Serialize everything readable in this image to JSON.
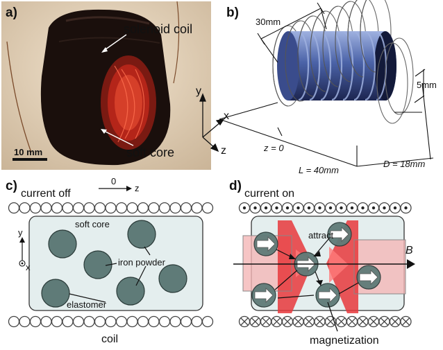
{
  "panel_a": {
    "tag": "a)",
    "labels": {
      "coil": "solenoid coil",
      "core": "soft core"
    },
    "scale_bar": "10 mm"
  },
  "panel_b": {
    "tag": "b)",
    "dims": {
      "length_top": "30mm",
      "gap": "5mm",
      "z0": "z = 0",
      "L": "L = 40mm",
      "D": "D = 18mm"
    },
    "axes": {
      "y": "y",
      "x": "x",
      "z": "z"
    }
  },
  "panel_c": {
    "tag": "c)",
    "state": "current off",
    "zaxis": {
      "zero": "0",
      "z": "z"
    },
    "labels": {
      "core": "soft core",
      "iron": "iron powder",
      "elastomer": "elastomer",
      "coil": "coil"
    },
    "axes": {
      "y": "y",
      "x": "x"
    }
  },
  "panel_d": {
    "tag": "d)",
    "state": "current on",
    "labels": {
      "attract": "attract",
      "field": "B",
      "magnetization": "magnetization"
    }
  },
  "colors": {
    "particle": "#5f7b78",
    "matrix": "#e4eeee",
    "field_red": "#e8383c",
    "core_blue": "#4b63a8"
  }
}
